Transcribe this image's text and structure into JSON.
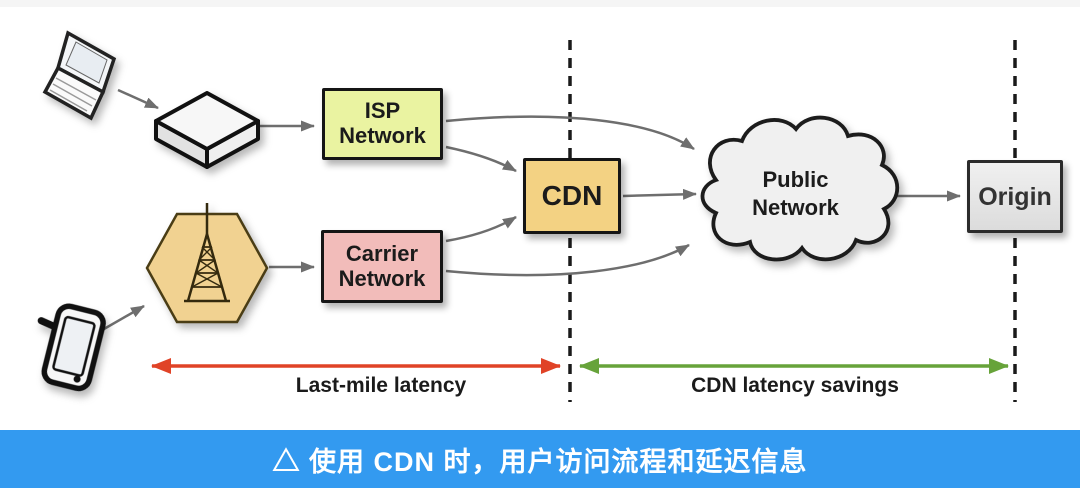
{
  "diagram": {
    "nodes": {
      "isp": {
        "line1": "ISP",
        "line2": "Network",
        "fill": "#EAF3A1"
      },
      "carrier": {
        "line1": "Carrier",
        "line2": "Network",
        "fill": "#F2BCBA"
      },
      "cdn": {
        "label": "CDN",
        "fill": "#F3D283"
      },
      "public_network": {
        "line1": "Public",
        "line2": "Network",
        "fill": "#F0F0F0"
      },
      "origin": {
        "label": "Origin",
        "fill": "#E4E4E4"
      }
    },
    "icons": {
      "laptop": "laptop-icon",
      "switch": "network-switch-icon",
      "phone": "mobile-phone-icon",
      "tower": "cell-tower-icon",
      "tower_hexagon_fill": "#F1D291"
    },
    "annotations": {
      "last_mile": {
        "label": "Last-mile latency",
        "color": "#E04327"
      },
      "cdn_savings": {
        "label": "CDN latency savings",
        "color": "#67A33A"
      }
    },
    "arrow_color": "#6E6E6E",
    "dashed_line_color": "#1A1A1A"
  },
  "caption": {
    "text": "△ 使用 CDN 时，用户访问流程和延迟信息",
    "background": "#339AF0",
    "color": "#FFFFFF"
  }
}
